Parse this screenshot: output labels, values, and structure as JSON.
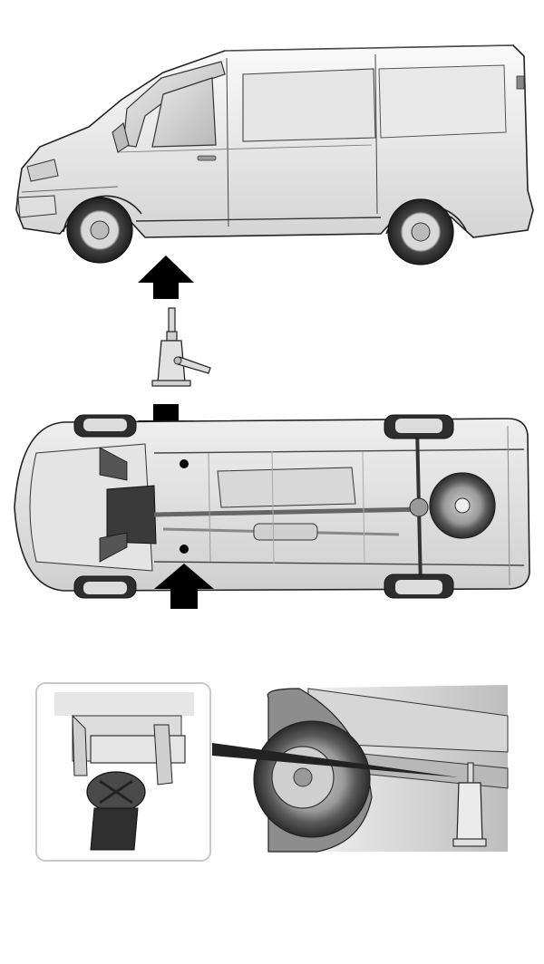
{
  "figure": {
    "panels": [
      {
        "id": "side-view",
        "subject": "van-side"
      },
      {
        "id": "jack",
        "subject": "scissor-jack"
      },
      {
        "id": "underbody-view",
        "subject": "van-underside"
      },
      {
        "id": "detail-inset",
        "subject": "jack-point-closeup"
      },
      {
        "id": "wheel-detail",
        "subject": "jack-under-sill"
      }
    ],
    "markers": {
      "arrow_count": 3,
      "jack_point_dots": 2
    },
    "colors": {
      "body": "#f1f1f1",
      "outline": "#222222",
      "arrow": "#000000",
      "tire": "#2e2e2e",
      "inset_border": "#c8c8c8"
    }
  }
}
